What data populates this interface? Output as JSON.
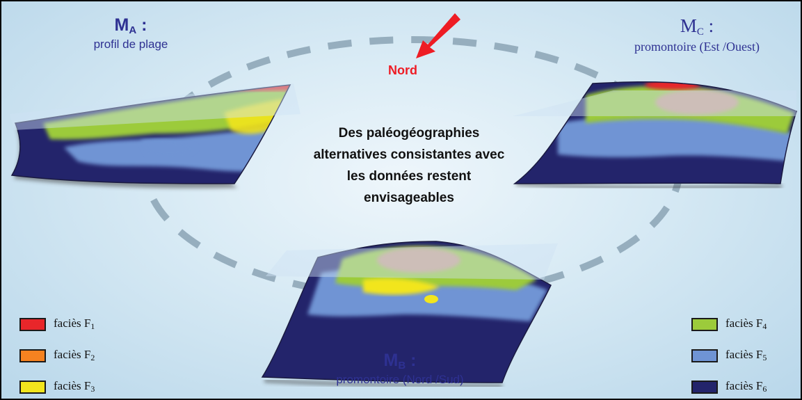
{
  "center_text": {
    "line1": "Des paléogéographies",
    "line2": "alternatives consistantes avec",
    "line3": "les données restent",
    "line4": "envisageables"
  },
  "north_label": "Nord",
  "models": {
    "a": {
      "symbol": "M",
      "subscript": "A",
      "colon": ":",
      "subtitle": "profil de plage"
    },
    "b": {
      "symbol": "M",
      "subscript": "B",
      "colon": ":",
      "subtitle": "promontoire (Nord /Sud)"
    },
    "c": {
      "symbol": "M",
      "subscript": "C",
      "colon": ":",
      "subtitle": "promontoire (Est /Ouest)"
    }
  },
  "legend": {
    "f1": {
      "label": "faciès F",
      "sub": "1",
      "color": "#e8262a"
    },
    "f2": {
      "label": "faciès F",
      "sub": "2",
      "color": "#f58220"
    },
    "f3": {
      "label": "faciès F",
      "sub": "3",
      "color": "#f2e51d"
    },
    "f4": {
      "label": "faciès F",
      "sub": "4",
      "color": "#9ccb3b"
    },
    "f5": {
      "label": "faciès F",
      "sub": "5",
      "color": "#6f94d4"
    },
    "f6": {
      "label": "faciès F",
      "sub": "6",
      "color": "#23246b"
    }
  }
}
